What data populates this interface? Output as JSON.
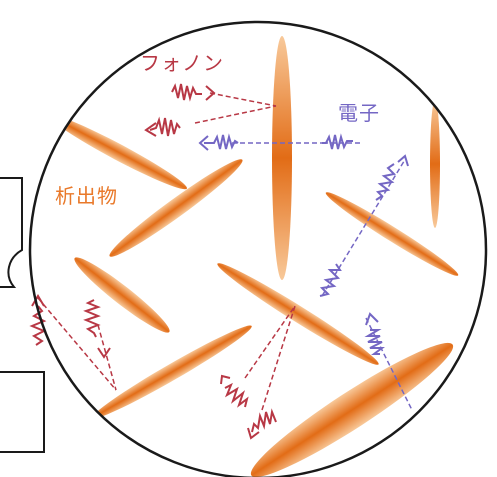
{
  "labels": {
    "phonon": "フォノン",
    "electron": "電子",
    "precipitate": "析出物"
  },
  "colors": {
    "phonon": "#b83845",
    "electron": "#7467c4",
    "precipitate": "#e9792a",
    "outline": "#1a1a1a",
    "background": "#ffffff"
  }
}
